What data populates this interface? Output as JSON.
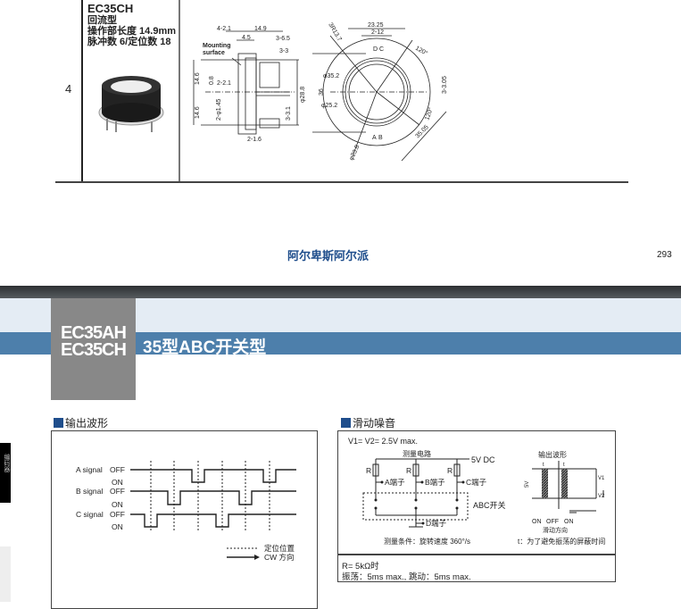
{
  "spec_table": {
    "row_number": "4",
    "model": "EC35CH",
    "type": "回流型",
    "operating_length": "操作部长度 14.9mm",
    "pulse_detent": "脉冲数 6/定位数 18",
    "side_dims": [
      "4-2.1",
      "14.9",
      "4.5",
      "3-6.5",
      "3-3",
      "14.6",
      "0.8",
      "2-2.1",
      "14.6",
      "2-φ1.45",
      "3-3.1",
      "φ28.8",
      "2-1.6"
    ],
    "mounting_label": [
      "Mounting",
      "surface"
    ],
    "top_dims": [
      "23.25",
      "2-12",
      "3R13.7",
      "120°",
      "3-3.05",
      "φ35.2",
      "36",
      "φ25.2",
      "120°",
      "35.05",
      "φ23.8"
    ],
    "terminal_labels": [
      "D",
      "C",
      "A",
      "B"
    ]
  },
  "footer": {
    "brand": "阿尔卑斯阿尔派",
    "page_number": "293"
  },
  "header": {
    "models": [
      "EC35AH",
      "EC35CH"
    ],
    "title": "35型ABC开关型"
  },
  "sidetab": {
    "label": "编码器"
  },
  "waveform_section": {
    "title": "输出波形",
    "signals": [
      {
        "name": "A signal",
        "off": "OFF",
        "on": "ON"
      },
      {
        "name": "B signal",
        "off": "OFF",
        "on": "ON"
      },
      {
        "name": "C signal",
        "off": "OFF",
        "on": "ON"
      }
    ],
    "legend_detent": "定位位置",
    "legend_cw": "CW 方向"
  },
  "noise_section": {
    "title": "滑动噪音",
    "condition": "V1= V2= 2.5V max.",
    "circuit_title": "测量电路",
    "supply": "5V DC",
    "resistor": "R",
    "terminals": [
      "A端子",
      "B端子",
      "C端子",
      "D端子"
    ],
    "switch_label": "ABC开关",
    "measure_condition": "测量条件：旋转速度 360°/s",
    "wave_title": "输出波形",
    "wave_labels": {
      "t": "t",
      "v5": "5V",
      "v1": "V1",
      "v2": "V2",
      "on": "ON",
      "off": "OFF",
      "direction": "滑动方向"
    },
    "note_t": "t：为了避免振荡的屏蔽时间",
    "result_r": "R= 5kΩ时",
    "result_values": "振荡：5ms max., 跳动：5ms max."
  },
  "colors": {
    "brand_blue": "#1f4e8c",
    "band_blue": "#4d7fab",
    "band_light": "#e4ecf4",
    "model_box": "#888888"
  }
}
